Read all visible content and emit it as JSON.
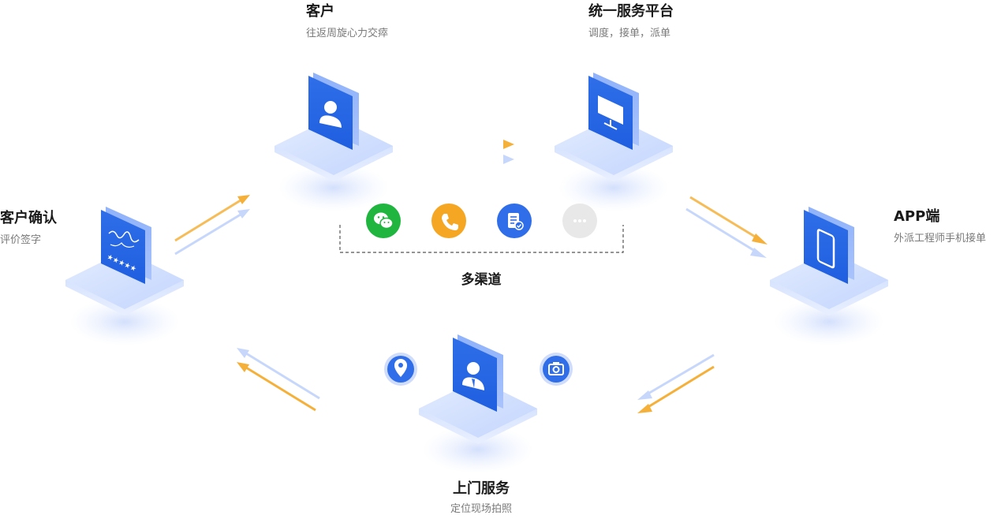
{
  "nodes": {
    "customer": {
      "title": "客户",
      "subtitle": "往返周旋心力交瘁"
    },
    "platform": {
      "title": "统一服务平台",
      "subtitle": "调度，接单，派单"
    },
    "app": {
      "title": "APP端",
      "subtitle": "外派工程师手机接单"
    },
    "onsite": {
      "title": "上门服务",
      "subtitle": "定位现场拍照"
    },
    "confirm": {
      "title": "客户确认",
      "subtitle": "评价签字"
    }
  },
  "channels": {
    "title": "多渠道",
    "items": [
      {
        "icon": "wechat-icon",
        "color": "#1fb53f"
      },
      {
        "icon": "phone-icon",
        "color": "#f5a623"
      },
      {
        "icon": "form-icon",
        "color": "#2f6ee8"
      },
      {
        "icon": "more-icon",
        "color": "#e8e8e8"
      }
    ]
  },
  "colors": {
    "primary_blue": "#2f6ee8",
    "platform_blue": "#b9cdfb",
    "arrow_orange": "#f5b03a",
    "arrow_blue": "#c7d7fb"
  }
}
